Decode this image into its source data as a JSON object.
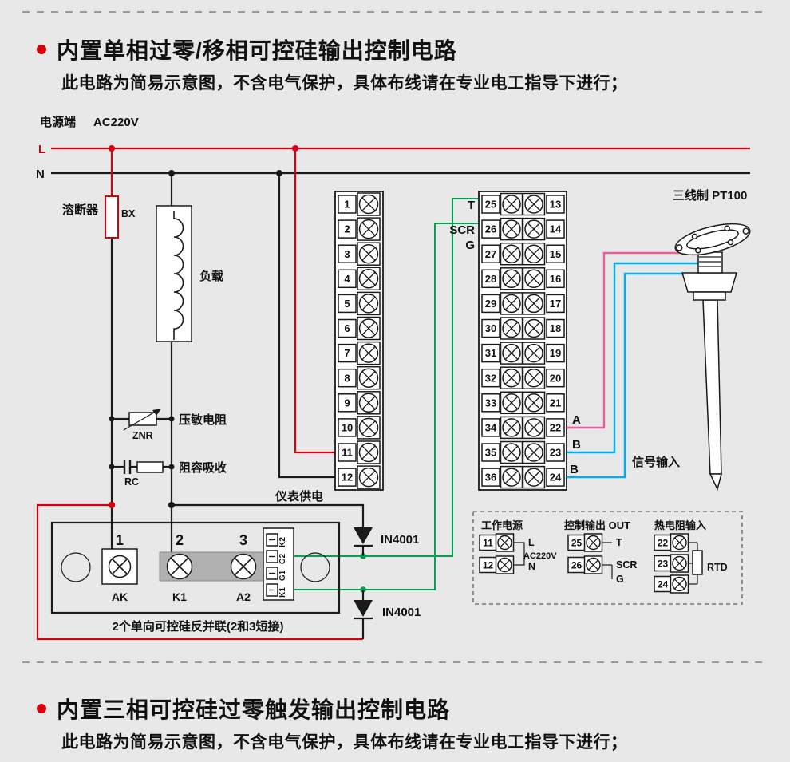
{
  "section1": {
    "title": "内置单相过零/移相可控硅输出控制电路",
    "subtitle": "此电路为简易示意图，不含电气保护，具体布线请在专业电工指导下进行；"
  },
  "section2": {
    "title": "内置三相可控硅过零触发输出控制电路",
    "subtitle": "此电路为简易示意图，不含电气保护，具体布线请在专业电工指导下进行；"
  },
  "diagram": {
    "power_label": "电源端",
    "power_voltage": "AC220V",
    "line_l": "L",
    "line_n": "N",
    "fuse_label": "溶断器",
    "fuse_code": "BX",
    "load_label": "负载",
    "varistor_label": "压敏电阻",
    "varistor_code": "ZNR",
    "rc_label": "阻容吸收",
    "rc_code": "RC",
    "meter_supply_label": "仪表供电",
    "pt100_label": "三线制 PT100",
    "signal_input_label": "信号输入",
    "terminal_t": "T",
    "terminal_scr": "SCR",
    "terminal_g": "G",
    "terminal_a": "A",
    "terminal_b1": "B",
    "terminal_b2": "B",
    "diode1": "IN4001",
    "diode2": "IN4001",
    "left_terminals": [
      "1",
      "2",
      "3",
      "4",
      "5",
      "6",
      "7",
      "8",
      "9",
      "10",
      "11",
      "12"
    ],
    "mid_terminals": [
      "25",
      "26",
      "27",
      "28",
      "29",
      "30",
      "31",
      "32",
      "33",
      "34",
      "35",
      "36"
    ],
    "right_terminals": [
      "13",
      "14",
      "15",
      "16",
      "17",
      "18",
      "19",
      "20",
      "21",
      "22",
      "23",
      "24"
    ],
    "scr_module": {
      "t1": "1",
      "t2": "2",
      "t3": "3",
      "t1_label": "AK",
      "t2_label": "K1",
      "t3_label": "A2",
      "side_labels": [
        "K2",
        "G2",
        "G1",
        "K1"
      ],
      "caption": "2个单向可控硅反并联(2和3短接)"
    },
    "legend": {
      "col1_title": "工作电源",
      "col1_terms": [
        "11",
        "12"
      ],
      "col1_l": "L",
      "col1_voltage": "AC220V",
      "col1_n": "N",
      "col2_title": "控制输出 OUT",
      "col2_terms": [
        "25",
        "26"
      ],
      "col2_t": "T",
      "col2_scr": "SCR",
      "col2_g": "G",
      "col3_title": "热电阻输入",
      "col3_terms": [
        "22",
        "23",
        "24"
      ],
      "col3_rtd": "RTD"
    },
    "colors": {
      "red": "#d6000f",
      "black": "#1a1a1a",
      "green": "#00a44f",
      "pink": "#ef5b9c",
      "cyan": "#00aeef",
      "bar_gray": "#b0b0b0",
      "background": "#e8e8e8"
    }
  }
}
